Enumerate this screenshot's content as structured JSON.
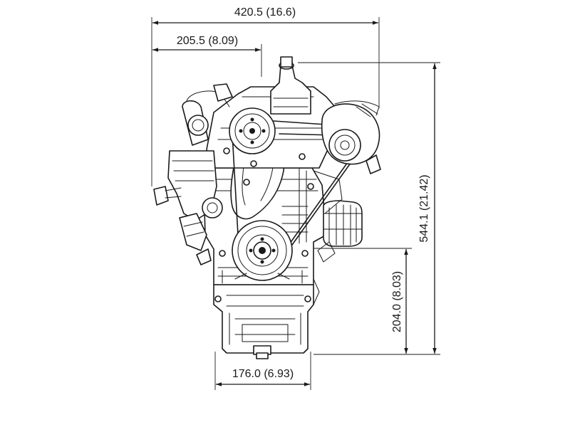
{
  "dimensions": {
    "overall_width": "420.5 (16.6)",
    "crank_offset": "205.5 (8.09)",
    "overall_height": "544.1 (21.42)",
    "crank_height": "204.0 (8.03)",
    "sump_width": "176.0 (6.93)"
  }
}
